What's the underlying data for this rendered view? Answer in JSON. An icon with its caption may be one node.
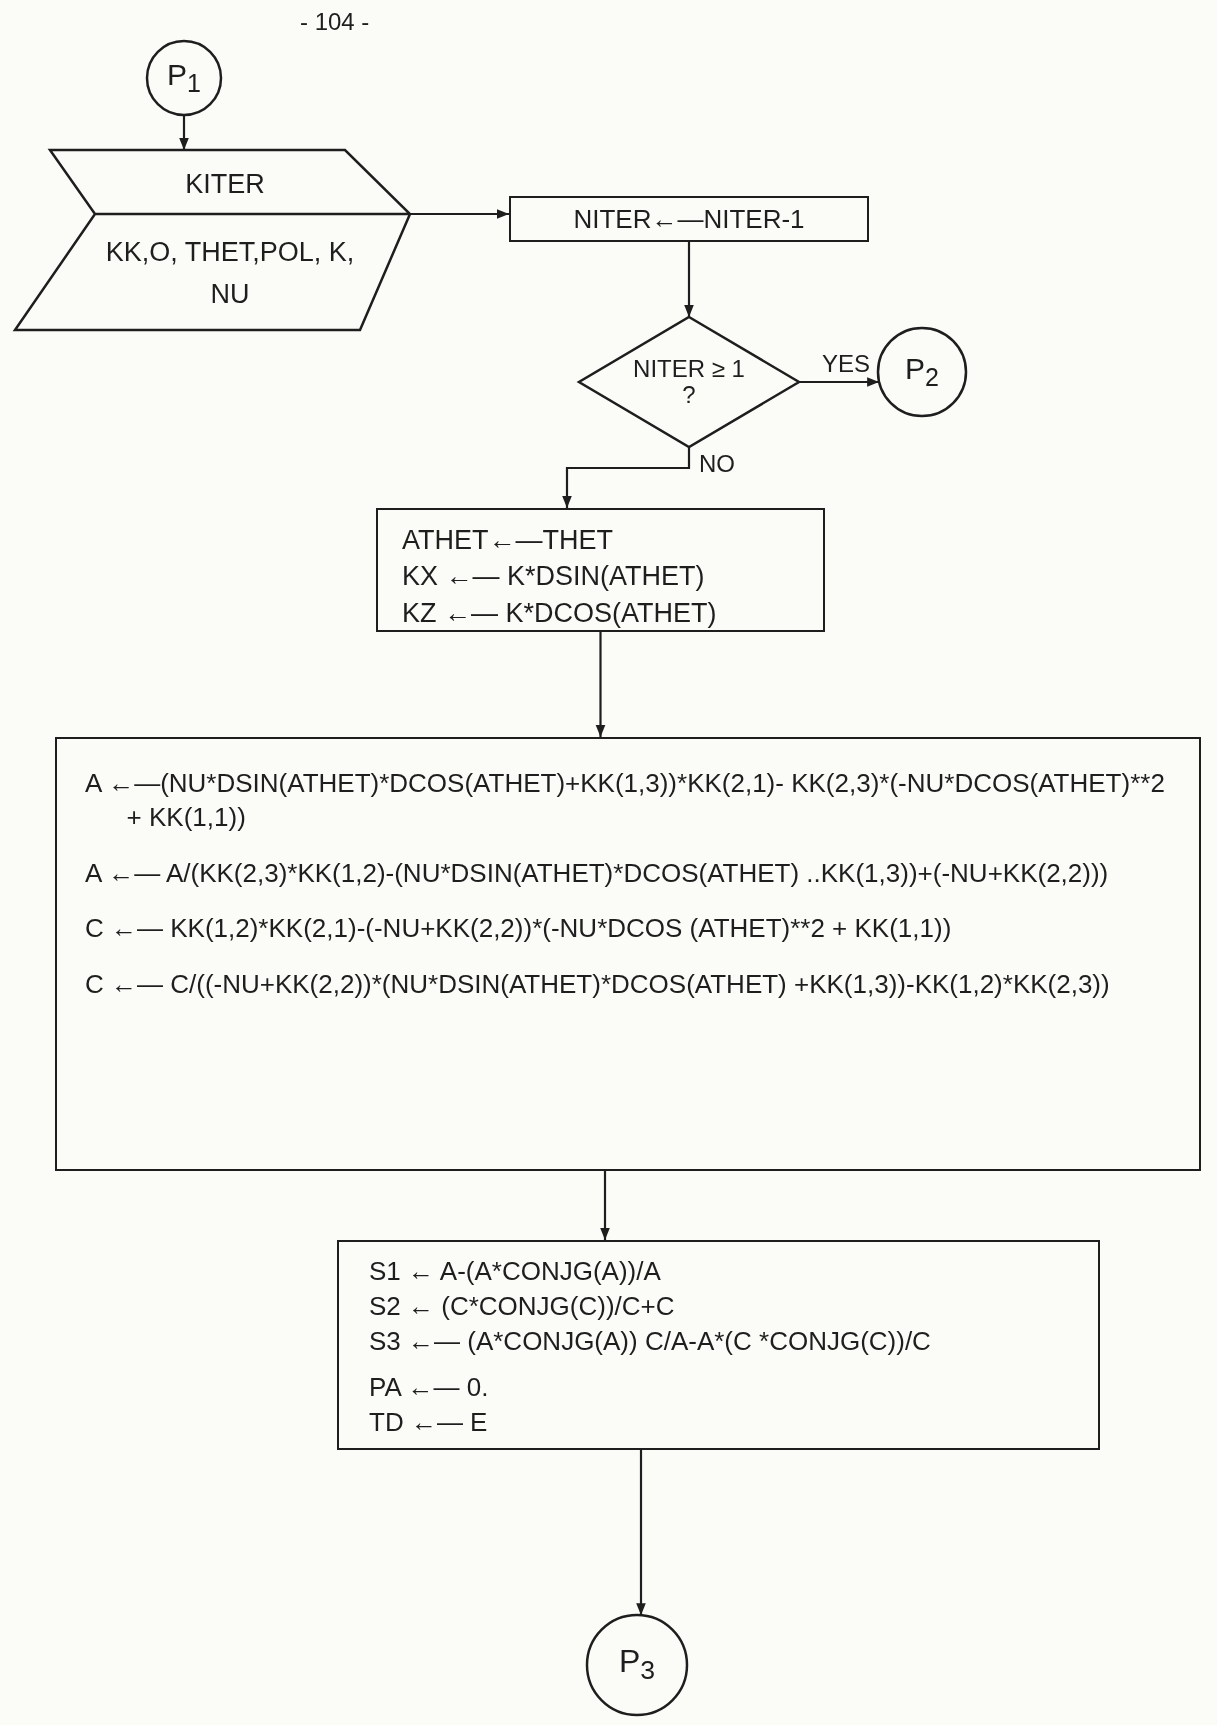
{
  "diagram": {
    "nodes": [
      {
        "text": [
          "P$_{1}$"
        ]
      },
      {
        "text": [
          "KITER",
          "KK,O, THET,POL, K, NU"
        ]
      },
      {
        "text": [
          "NITER←—NITER-1"
        ]
      },
      {
        "text": [
          "NITER ≥ 1 ?"
        ]
      },
      {
        "text": [
          "P$_{2}$"
        ]
      },
      {
        "text": [
          "ATHET←—THET",
          "KX ←— K*DSIN(ATHET)",
          "KZ ←— K*DCOS(ATHET)"
        ]
      },
      {
        "text": [
          "A ←—(NU*DSIN(ATHET)*DCOS(ATHET)+KK(1,3))*KK(2,1)- KK(2,3)*(-NU*DCOS(ATHET)**2 + KK(1,1))",
          "A ←— A/(KK(2,3)*KK(1,2)-(NU*DSIN(ATHET)*DCOS(ATHET) ..KK(1,3))+(-NU+KK(2,2)))",
          "C ←— KK(1,2)*KK(2,1)-(-NU+KK(2,2))*(-NU*DCOS (ATHET)**2 + KK(1,1))",
          "C ←— C/((-NU+KK(2,2))*(NU*DSIN(ATHET)*DCOS(ATHET) +KK(1,3))-KK(1,2)*KK(2,3))"
        ]
      },
      {
        "text": [
          "S1 ← A-(A*CONJG(A))/A",
          "S2 ← (C*CONJG(C))/C+C",
          "S3 ←— (A*CONJG(A)) C/A-A*(C *CONJG(C))/C",
          "PA ←— 0.",
          "TD ←— E"
        ]
      },
      {
        "text": [
          "P$_{3}$"
        ]
      }
    ],
    "edges": [
      {
        "from": 0,
        "to": 1,
        "arrow": "to"
      },
      {
        "from": 1,
        "to": 2,
        "arrow": "to"
      },
      {
        "from": 2,
        "to": 3,
        "arrow": "to"
      },
      {
        "from": 3,
        "to": 4,
        "arrow": "to",
        "label": "YES"
      },
      {
        "from": 3,
        "to": 5,
        "arrow": "to",
        "label": "NO"
      },
      {
        "from": 5,
        "to": 6,
        "arrow": "to"
      },
      {
        "from": 6,
        "to": 7,
        "arrow": "to"
      },
      {
        "from": 7,
        "to": 8,
        "arrow": "to"
      }
    ],
    "labels": [
      "- 104 -"
    ]
  }
}
